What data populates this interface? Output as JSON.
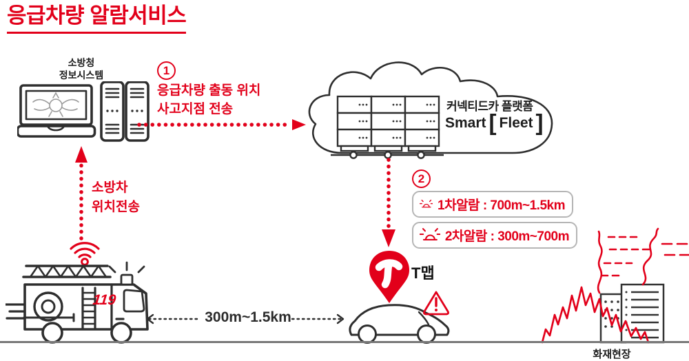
{
  "title": "응급차량 알람서비스",
  "colors": {
    "red": "#E2001A",
    "dark": "#2E2E2E",
    "gray_border": "#B5B5B5",
    "ground": "#777777",
    "black_text": "#1D1D1D",
    "emblem_gray": "#9A9A9A"
  },
  "fire_dept_system": {
    "line1": "소방청",
    "line2": "정보시스템"
  },
  "step1": {
    "number": "1",
    "line1": "응급차량 출동 위치",
    "line2": "사고지점 전송"
  },
  "cloud": {
    "platform": "커넥티드카 플랫폼",
    "brand_left": "Smart",
    "bracket_open": "[",
    "brand_right": "Fleet",
    "bracket_close": "]"
  },
  "step2": {
    "number": "2",
    "alarms": [
      {
        "label": "1차알람 : 700m~1.5km"
      },
      {
        "label": "2차알람 : 300m~700m"
      }
    ]
  },
  "truck": {
    "transmit_line1": "소방차",
    "transmit_line2": "위치전송",
    "number": "119"
  },
  "tmap": {
    "label": "T맵"
  },
  "distance_label": "300m~1.5km",
  "fire_scene_label": "화재현장"
}
